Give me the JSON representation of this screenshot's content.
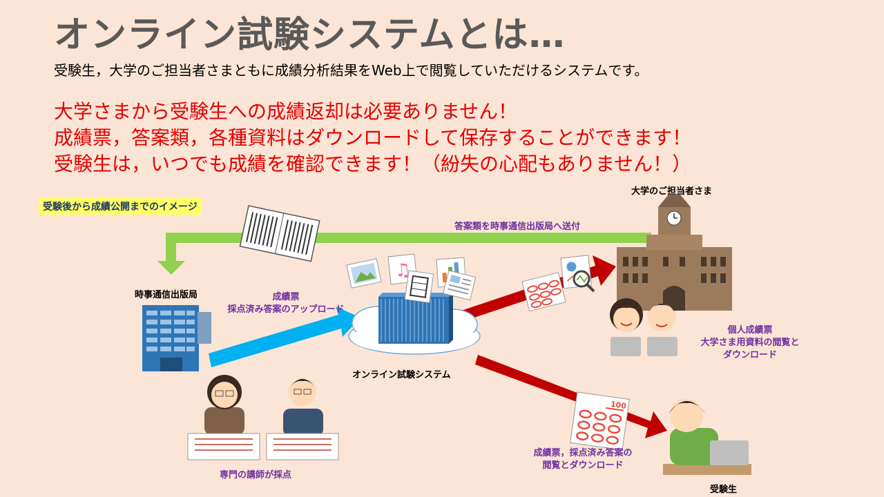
{
  "slide": {
    "title": "オンライン試験システムとは…",
    "subtitle": "受験生，大学のご担当者さまともに成績分析結果をWeb上で閲覧していただけるシステムです。",
    "highlights": [
      "大学さまから受験生への成績返却は必要ありません！",
      "成績票，答案類，各種資料はダウンロードして保存することができます！",
      "受験生は，いつでも成績を確認できます！（紛失の心配もありません！）"
    ]
  },
  "diagram": {
    "section_label": "受験後から成績公開までのイメージ",
    "university_label": "大学のご担当者さま",
    "send_label": "答案類を時事通信出版局へ送付",
    "publisher_label": "時事通信出版局",
    "upload_label_1": "成績票",
    "upload_label_2": "採点済み答案のアップロード",
    "system_label": "オンライン試験システム",
    "university_view_1": "個人成績票",
    "university_view_2": "大学さま用資料の閲覧と",
    "university_view_3": "ダウンロード",
    "student_view_1": "成績票，採点済み答案の",
    "student_view_2": "閲覧とダウンロード",
    "graders_label": "専門の講師が採点",
    "student_label": "受験生",
    "paper_score": "100"
  },
  "colors": {
    "background": "#fbe5d6",
    "title": "#595959",
    "highlight_red": "#e60000",
    "label_purple": "#7030a0",
    "green_arrow": "#92d050",
    "blue_arrow": "#00b0f0",
    "red_arrow": "#c00000",
    "label_bg_yellow": "#ffff66"
  }
}
